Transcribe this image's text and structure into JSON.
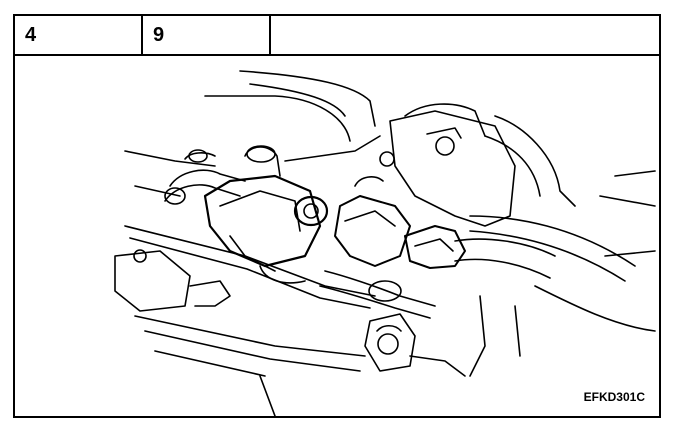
{
  "header": {
    "cell1": "4",
    "cell2": "9",
    "cell3": ""
  },
  "figure": {
    "code": "EFKD301C"
  }
}
